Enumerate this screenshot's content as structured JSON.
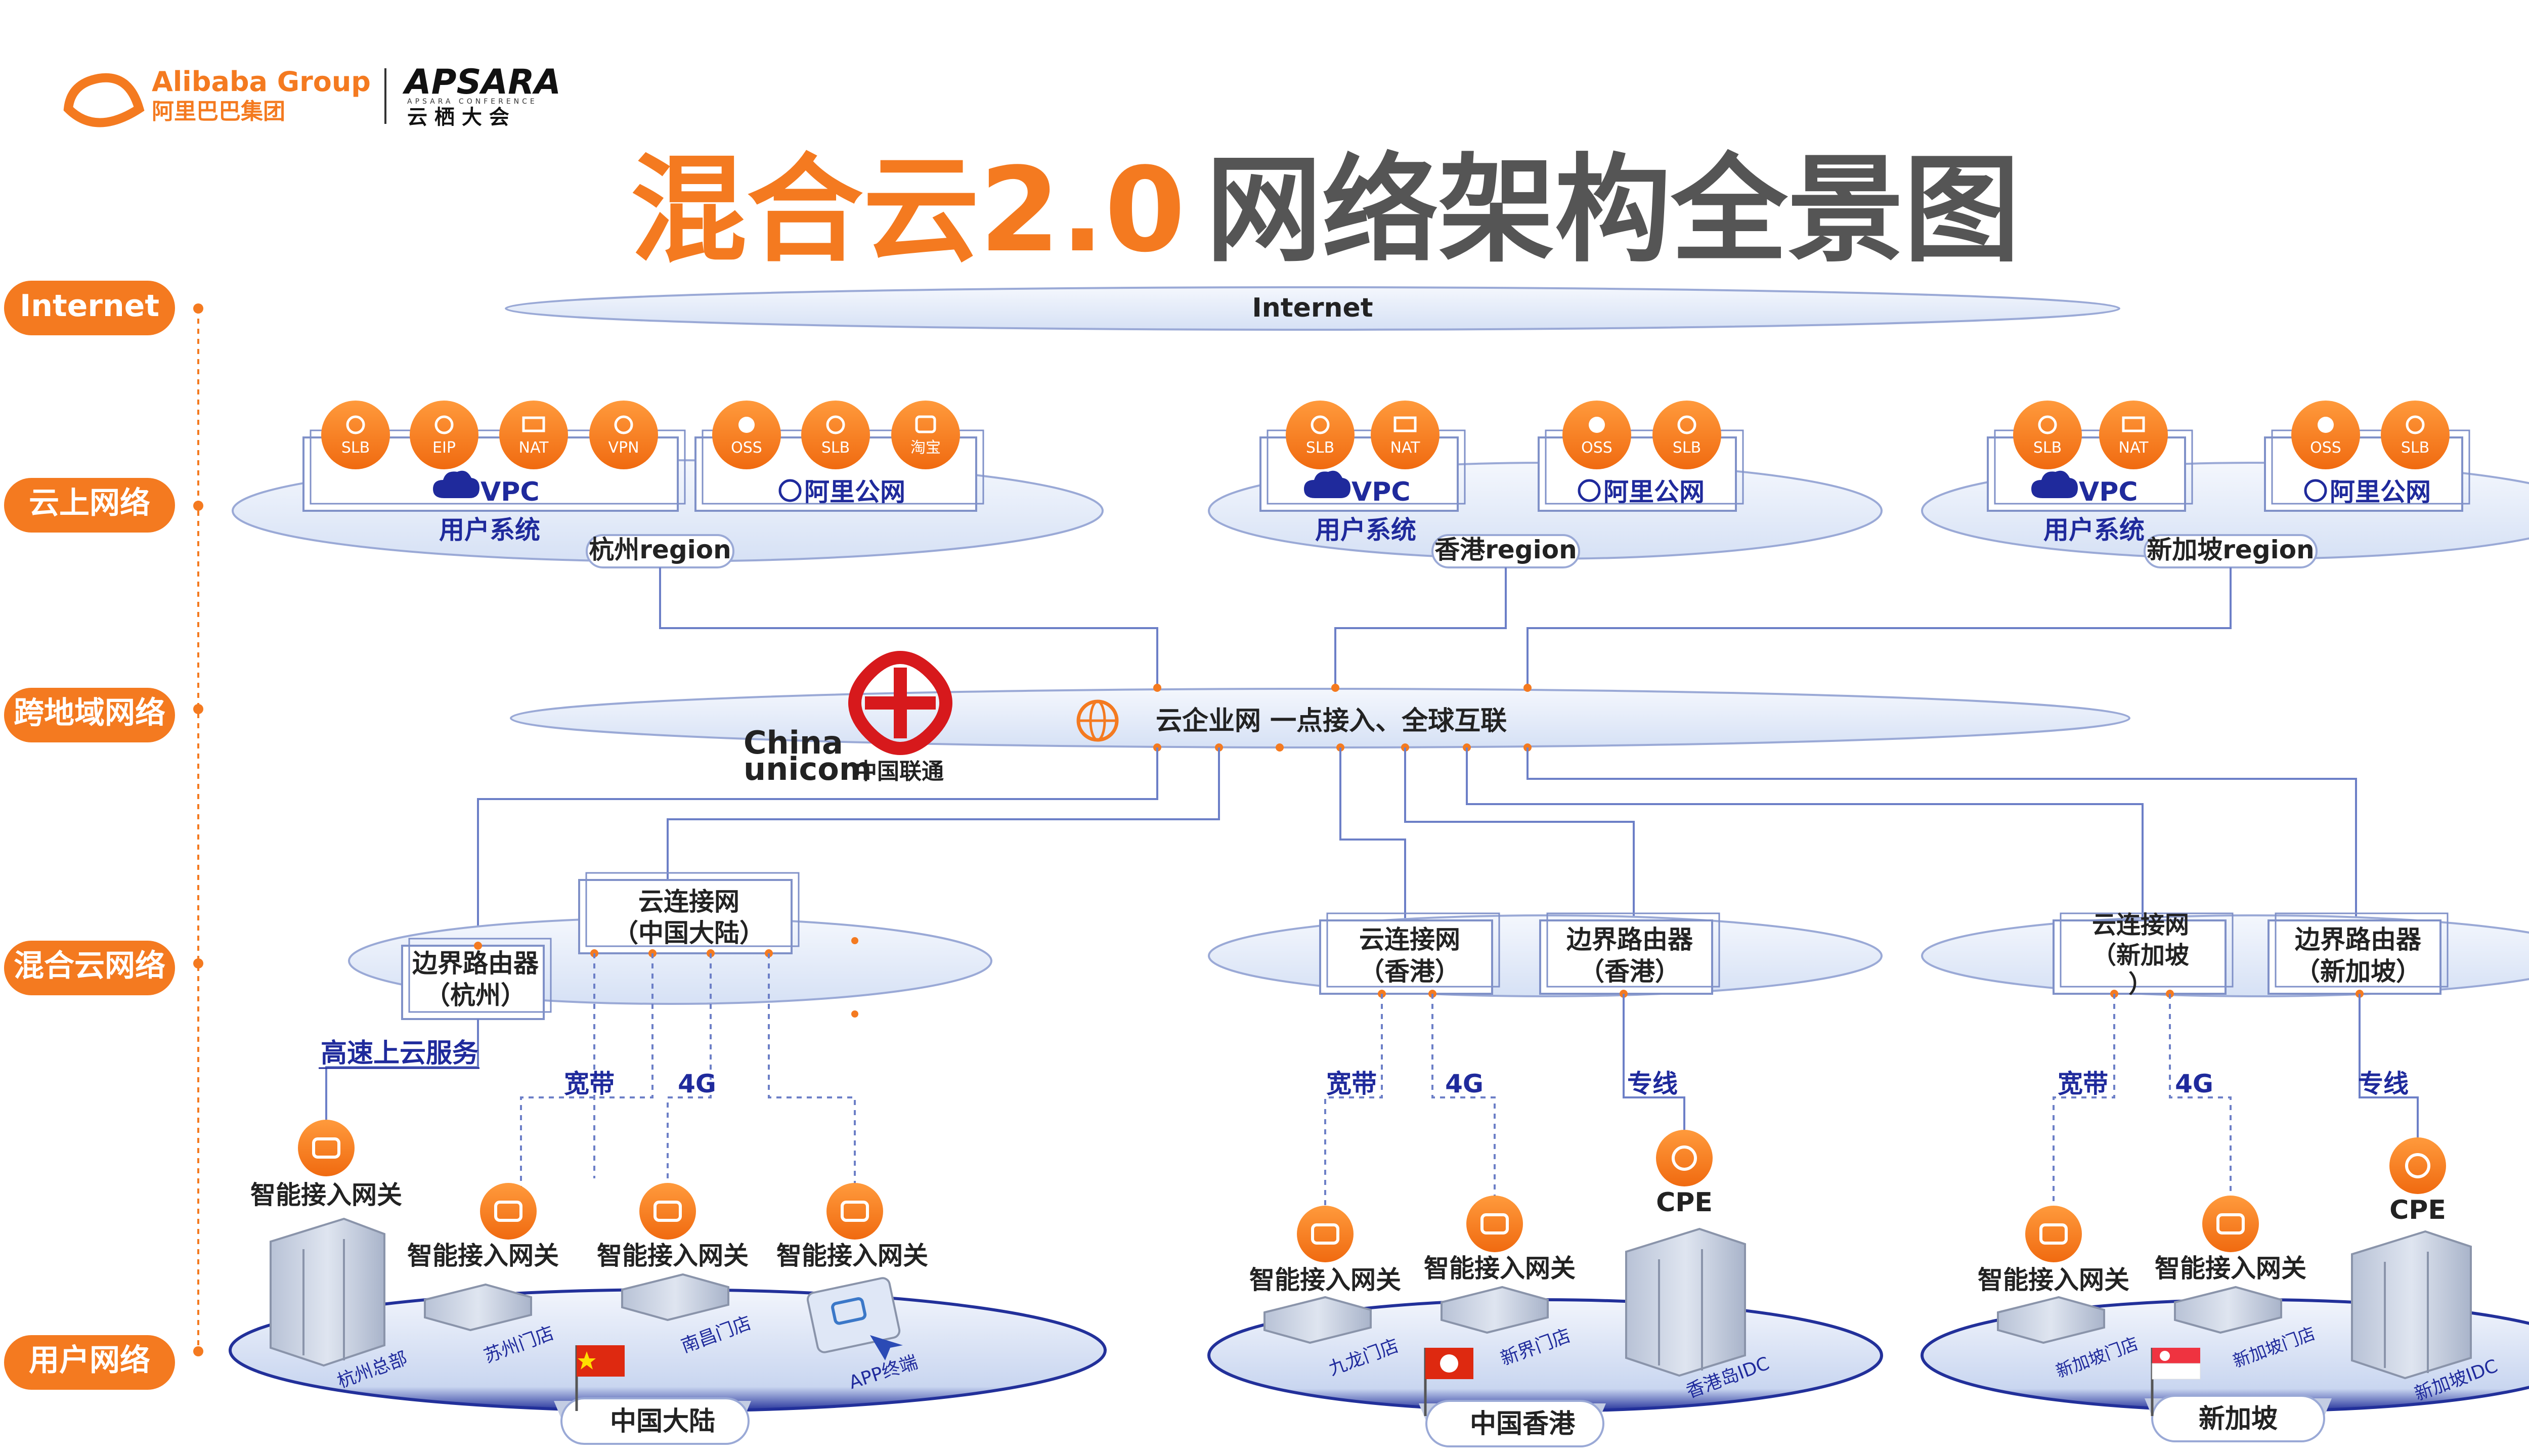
{
  "logos": {
    "alibaba_en": "Alibaba Group",
    "alibaba_cn": "阿里巴巴集团",
    "apsara_en": "APSARA",
    "apsara_sub": "APSARA CONFERENCE",
    "apsara_cn": "云 栖 大 会",
    "unicom_en_1": "China",
    "unicom_en_2": "unicom",
    "unicom_cn": "中国联通"
  },
  "title": {
    "orange": "混合云2.0",
    "gray": "网络架构全景图"
  },
  "layers": [
    "Internet",
    "云上网络",
    "跨地域网络",
    "混合云网络",
    "用户网络"
  ],
  "internet_label": "Internet",
  "cen_label": "云企业网 一点接入、全球互联",
  "regions": [
    {
      "vpc_icons": [
        "SLB",
        "EIP",
        "NAT",
        "VPN"
      ],
      "public_icons": [
        "OSS",
        "SLB",
        "淘宝"
      ],
      "vpc_label": "VPC",
      "public_label": "阿里公网",
      "user_system": "用户系统",
      "region_label": "杭州region"
    },
    {
      "vpc_icons": [
        "SLB",
        "NAT"
      ],
      "public_icons": [
        "OSS",
        "SLB"
      ],
      "vpc_label": "VPC",
      "public_label": "阿里公网",
      "user_system": "用户系统",
      "region_label": "香港region"
    },
    {
      "vpc_icons": [
        "SLB",
        "NAT"
      ],
      "public_icons": [
        "OSS",
        "SLB"
      ],
      "vpc_label": "VPC",
      "public_label": "阿里公网",
      "user_system": "用户系统",
      "region_label": "新加坡region"
    }
  ],
  "hybrid": {
    "cn_connect": [
      "云连接网",
      "（中国大陆）"
    ],
    "cn_border": [
      "边界路由器",
      "（杭州）"
    ],
    "hk_connect": [
      "云连接网",
      "（香港）"
    ],
    "hk_border": [
      "边界路由器",
      "（香港）"
    ],
    "sg_connect": [
      "云连接网",
      "（新加坡",
      "）"
    ],
    "sg_border": [
      "边界路由器",
      "（新加坡）"
    ]
  },
  "links": {
    "highspeed": "高速上云服务",
    "broadband": "宽带",
    "fourg": "4G",
    "leased": "专线"
  },
  "gateway_label": "智能接入网关",
  "cpe_label": "CPE",
  "sites": {
    "cn": [
      "杭州总部",
      "苏州门店",
      "南昌门店",
      "APP终端"
    ],
    "hk": [
      "九龙门店",
      "新界门店",
      "香港岛IDC"
    ],
    "sg": [
      "新加坡门店",
      "新加坡门店",
      "新加坡IDC"
    ]
  },
  "countries": [
    "中国大陆",
    "中国香港",
    "新加坡"
  ],
  "colors": {
    "orange": "#f47a20",
    "navy": "#1f2a9c",
    "ellipse_fill": "#e4ecf9",
    "ellipse_stroke": "#9aa9d6",
    "line": "#6c7fc7"
  },
  "icon_names": [
    "slb-icon",
    "eip-icon",
    "nat-icon",
    "vpn-icon",
    "oss-icon",
    "taobao-icon",
    "cloud-icon",
    "globe-icon",
    "gateway-icon",
    "cpe-icon",
    "cen-icon",
    "unicom-logo",
    "flag-icon",
    "building-icon",
    "router-box-icon",
    "phone-terminal-icon"
  ]
}
